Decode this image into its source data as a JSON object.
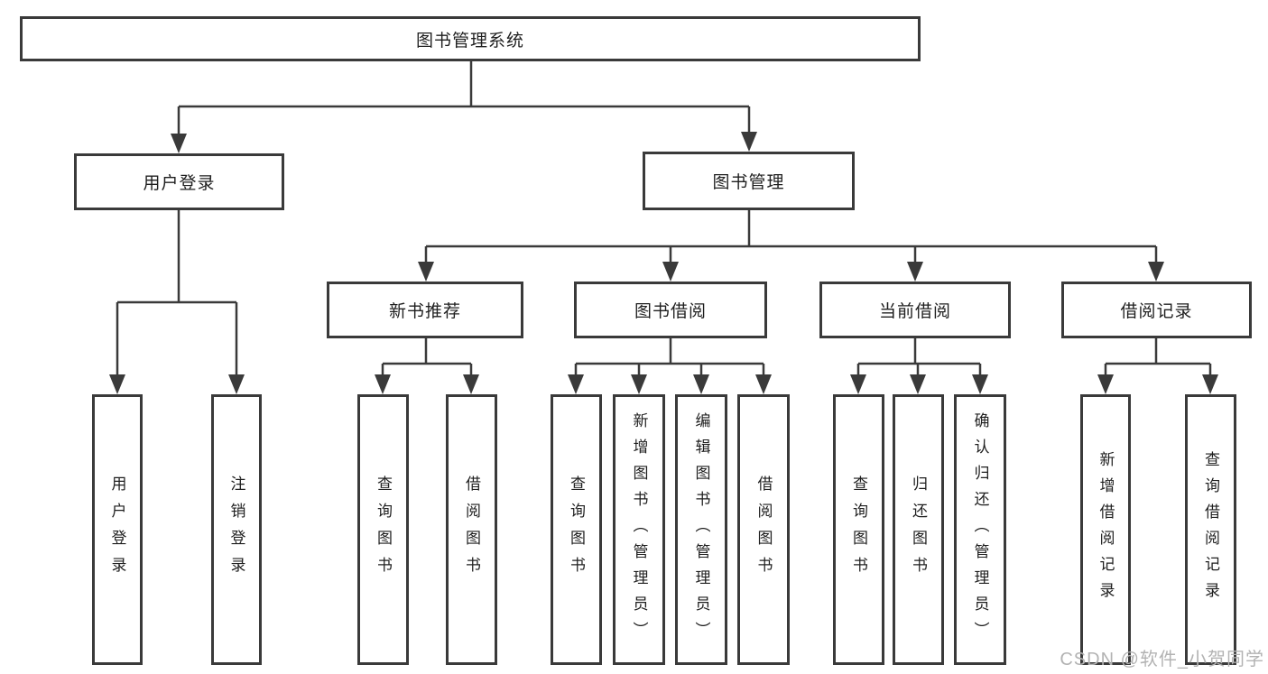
{
  "diagram": {
    "root": "图书管理系统",
    "level1": {
      "user_login": "用户登录",
      "book_management": "图书管理"
    },
    "level2": {
      "new_book_recommend": "新书推荐",
      "book_borrow": "图书借阅",
      "current_borrow": "当前借阅",
      "borrow_records": "借阅记录"
    },
    "leaves": {
      "user_login": [
        "用户登录",
        "注销登录"
      ],
      "new_book_recommend": [
        "查询图书",
        "借阅图书"
      ],
      "book_borrow": [
        "查询图书",
        "新增图书（管理员）",
        "编辑图书（管理员）",
        "借阅图书"
      ],
      "current_borrow": [
        "查询图书",
        "归还图书",
        "确认归还（管理员）"
      ],
      "borrow_records": [
        "新增借阅记录",
        "查询借阅记录"
      ]
    }
  },
  "watermark": "CSDN @软件_小贺同学",
  "colors": {
    "line": "#3a3a3a",
    "text": "#1f1f1f",
    "watermark": "#b3b3b3",
    "background": "#ffffff"
  }
}
